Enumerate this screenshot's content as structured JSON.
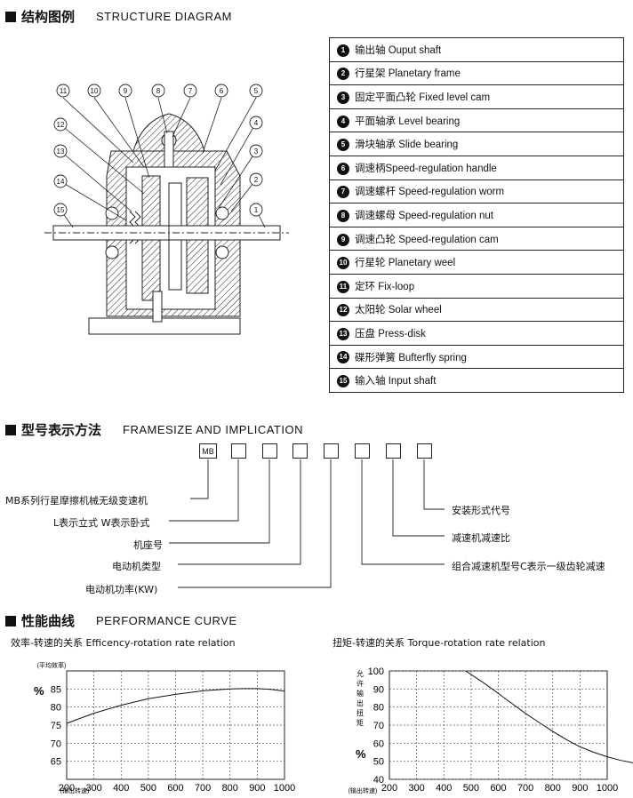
{
  "structure": {
    "title_cn": "结构图例",
    "title_en": "STRUCTURE DIAGRAM",
    "callouts": [
      "11",
      "10",
      "9",
      "8",
      "7",
      "6",
      "5",
      "4",
      "3",
      "2",
      "1",
      "12",
      "13",
      "14",
      "15"
    ],
    "legend": [
      {
        "num": "1",
        "label": "输出轴 Ouput shaft"
      },
      {
        "num": "2",
        "label": "行星架 Planetary frame"
      },
      {
        "num": "3",
        "label": "固定平面凸轮 Fixed level cam"
      },
      {
        "num": "4",
        "label": "平面轴承 Level bearing"
      },
      {
        "num": "5",
        "label": "滑块轴承 Slide bearing"
      },
      {
        "num": "6",
        "label": "调速柄Speed-regulation handle"
      },
      {
        "num": "7",
        "label": "调速螺杆 Speed-regulation worm"
      },
      {
        "num": "8",
        "label": "调速螺母 Speed-regulation nut"
      },
      {
        "num": "9",
        "label": "调速凸轮 Speed-regulation cam"
      },
      {
        "num": "10",
        "label": "行星轮 Planetary weel"
      },
      {
        "num": "11",
        "label": "定环 Fix-loop"
      },
      {
        "num": "12",
        "label": "太阳轮 Solar wheel"
      },
      {
        "num": "13",
        "label": "压盘 Press-disk"
      },
      {
        "num": "14",
        "label": "碟形弹簧 Bufterfly spring"
      },
      {
        "num": "15",
        "label": "输入轴 Input shaft"
      }
    ]
  },
  "framesize": {
    "title_cn": "型号表示方法",
    "title_en": "FRAMESIZE AND IMPLICATION",
    "first_box": "MB",
    "left_labels": [
      "MB系列行星摩擦机械无级变速机",
      "L表示立式  W表示卧式",
      "机座号",
      "电动机类型",
      "电动机功率(KW)"
    ],
    "right_labels": [
      "安装形式代号",
      "减速机减速比",
      "组合减速机型号C表示一级齿轮减速"
    ]
  },
  "performance": {
    "title_cn": "性能曲线",
    "title_en": "PERFORMANCE CURVE"
  },
  "chart_data": [
    {
      "type": "line",
      "title": "效率-转速的关系  Efficency-rotation rate relation",
      "y_unit_label": "(平均效率)",
      "y_symbol": "%",
      "x_unit_label": "(输出转速)",
      "x_ticks": [
        200,
        300,
        400,
        500,
        600,
        700,
        800,
        900,
        1000
      ],
      "y_ticks": [
        65,
        70,
        75,
        80,
        85
      ],
      "xlim": [
        200,
        1000
      ],
      "ylim": [
        60,
        90
      ],
      "x": [
        200,
        300,
        400,
        500,
        600,
        700,
        800,
        850,
        900,
        950,
        1000
      ],
      "y": [
        75.5,
        78.3,
        80.5,
        82.3,
        83.5,
        84.5,
        85.0,
        85.1,
        85.1,
        84.9,
        84.4
      ]
    },
    {
      "type": "line",
      "title": "扭矩-转速的关系  Torque-rotation rate relation",
      "y_unit_label": "允许输出扭矩",
      "y_symbol": "%",
      "x_unit_label": "(输出转速)",
      "x_ticks": [
        200,
        300,
        400,
        500,
        600,
        700,
        800,
        900,
        1000
      ],
      "y_ticks": [
        40,
        50,
        60,
        70,
        80,
        90,
        100
      ],
      "xlim": [
        200,
        1000
      ],
      "ylim": [
        40,
        100
      ],
      "x": [
        480,
        550,
        600,
        650,
        700,
        750,
        800,
        850,
        900,
        950,
        1000,
        1050,
        1100
      ],
      "y": [
        100,
        93,
        87.5,
        82,
        76.5,
        71.5,
        66.5,
        62,
        58,
        55,
        52.5,
        50.5,
        49
      ]
    }
  ]
}
